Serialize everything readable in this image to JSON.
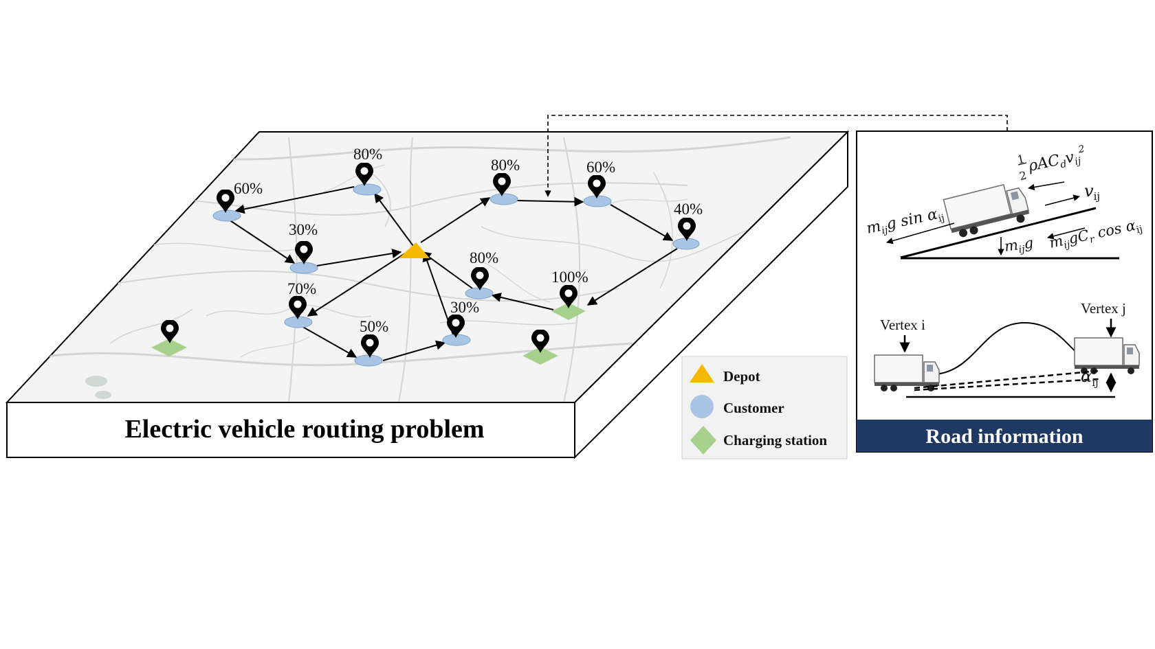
{
  "title": "Electric vehicle routing problem",
  "legend": {
    "depot": "Depot",
    "customer": "Customer",
    "charging": "Charging station"
  },
  "road_panel": {
    "title": "Road information",
    "vertex_i": "Vertex i",
    "vertex_j": "Vertex j"
  },
  "equations": {
    "drag": "½ρAC_d v_ij²",
    "velocity": "v_ij",
    "gravity_slope": "m_ij g sin α_ij",
    "weight": "m_ij g",
    "rolling": "m_ij g C_r cos α_ij",
    "angle": "α_ij"
  },
  "customers": [
    {
      "id": "c1",
      "label": "60%"
    },
    {
      "id": "c2",
      "label": "80%"
    },
    {
      "id": "c3",
      "label": "30%"
    },
    {
      "id": "c4",
      "label": "80%"
    },
    {
      "id": "c5",
      "label": "60%"
    },
    {
      "id": "c6",
      "label": "40%"
    },
    {
      "id": "c7",
      "label": "70%"
    },
    {
      "id": "c8",
      "label": "80%"
    },
    {
      "id": "c9",
      "label": "50%"
    },
    {
      "id": "c10",
      "label": "30%"
    }
  ],
  "charging_stations": [
    {
      "id": "s1",
      "label": "100%"
    },
    {
      "id": "s2",
      "label": ""
    },
    {
      "id": "s3",
      "label": ""
    }
  ],
  "colors": {
    "depot": "#f5b800",
    "customer": "#a8c5e6",
    "charging": "#a8d08d",
    "road_banner": "#1f3864",
    "map_background": "#f2f2f2",
    "map_roads": "#d4d4d4"
  }
}
